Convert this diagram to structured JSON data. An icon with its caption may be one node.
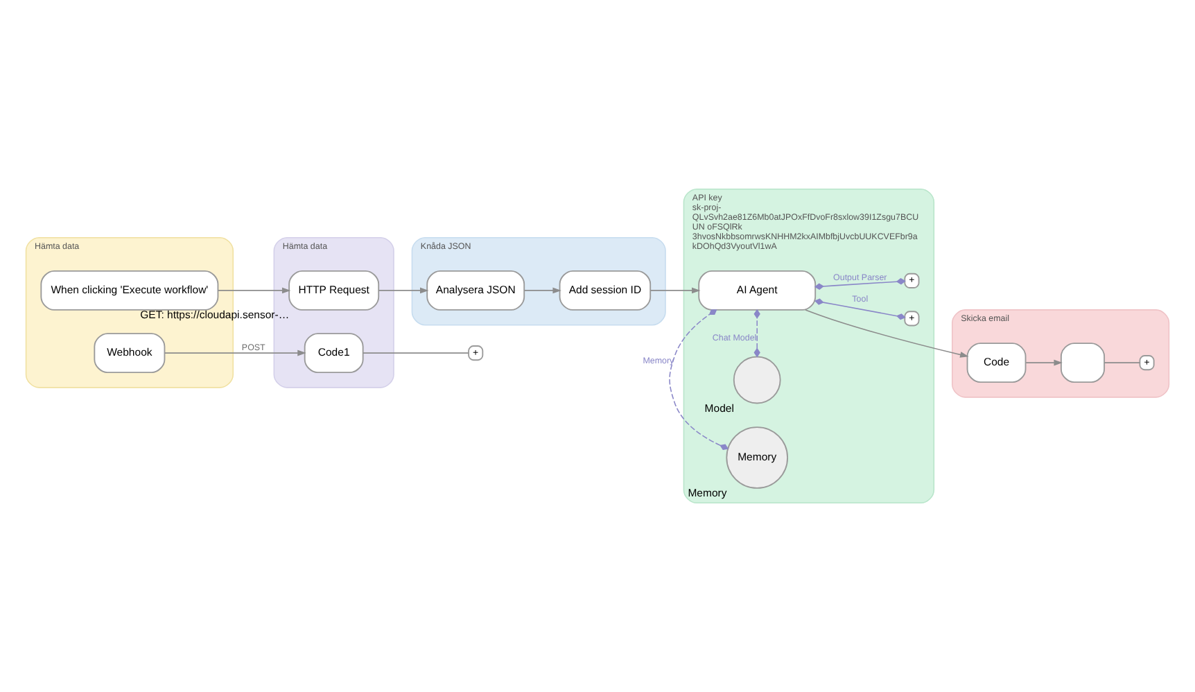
{
  "diagram": {
    "nodes": [
      {
        "text": [
          "Hämta data"
        ]
      },
      {
        "text": [
          "When clicking 'Execute workflow'"
        ],
        "in": 0
      },
      {
        "text": [
          "Webhook"
        ],
        "in": 0
      },
      {
        "text": [
          "Hämta data"
        ]
      },
      {
        "text": [
          "HTTP Request"
        ],
        "in": 3,
        "beside": [
          "GET: https://cloudapi.sensor-…"
        ]
      },
      {
        "text": [
          "Code1"
        ],
        "in": 3
      },
      {
        "text": [
          "+"
        ]
      },
      {
        "text": [
          "Knåda JSON"
        ]
      },
      {
        "text": [
          "Analysera JSON"
        ],
        "in": 7
      },
      {
        "text": [
          "Add session ID"
        ],
        "in": 7
      },
      {
        "text": [
          "API key",
          "sk-proj- QLvSvh2ae81Z6Mb0atJPOxFfDvoFr8sxlow39I1Zsgu7BCU UN oFSQlRk 3hvosNkbbsomrwsKNHHM2kxAIMbfbjUvcbUUKCVEFbr9a kDOhQd3VyoutVl1wA"
        ]
      },
      {
        "text": [
          "AI Agent"
        ],
        "in": 10
      },
      {
        "text": [
          "+"
        ],
        "in": 10
      },
      {
        "text": [
          "+"
        ],
        "in": 10
      },
      {
        "text": [],
        "shape": "circle",
        "in": 10,
        "beside": [
          "Model"
        ]
      },
      {
        "text": [
          "Memory"
        ],
        "in": 10,
        "beside": [
          "Memory"
        ]
      },
      {
        "text": [
          "Skicka email"
        ]
      },
      {
        "text": [
          "Code"
        ],
        "in": 16
      },
      {
        "text": [],
        "shape": "box",
        "in": 16
      },
      {
        "text": [
          "+"
        ],
        "in": 16
      }
    ],
    "edges": [
      {
        "from": 1,
        "to": 4,
        "arrow": "to"
      },
      {
        "from": 2,
        "to": 5,
        "arrow": "to",
        "label": "POST"
      },
      {
        "from": 4,
        "to": 8,
        "arrow": "to"
      },
      {
        "from": 8,
        "to": 9,
        "arrow": "to"
      },
      {
        "from": 9,
        "to": 11,
        "arrow": "to"
      },
      {
        "from": 11,
        "to": 17,
        "arrow": "to"
      },
      {
        "from": 17,
        "to": 18,
        "arrow": "to"
      },
      {
        "from": 5,
        "to": 6,
        "arrow": "none"
      },
      {
        "from": 18,
        "to": 19,
        "arrow": "none"
      },
      {
        "from": 14,
        "to": 11,
        "arrow": "other",
        "style": "dashed",
        "color": "#8a87c8",
        "label": "Chat Model"
      },
      {
        "from": 15,
        "to": 11,
        "arrow": "other",
        "style": "dashed",
        "color": "#8a87c8",
        "label": "Memory"
      },
      {
        "from": 11,
        "to": 12,
        "arrow": "other",
        "color": "#8a87c8",
        "label": "Tool"
      },
      {
        "from": 11,
        "to": 13,
        "arrow": "other",
        "color": "#8a87c8",
        "label": "Output Parser"
      }
    ]
  }
}
